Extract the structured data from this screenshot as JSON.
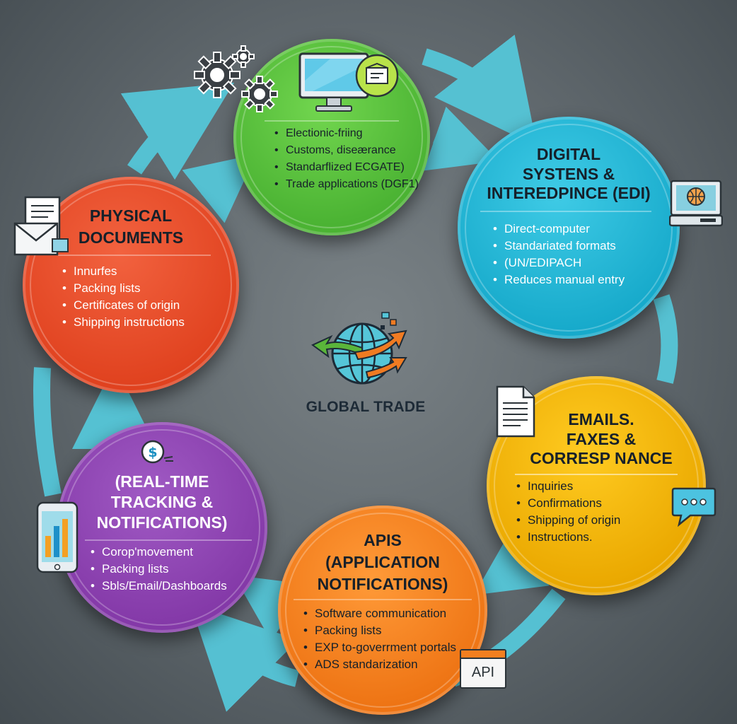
{
  "center": {
    "label": "GLOBAL TRADE"
  },
  "colors": {
    "arrow": "#55c6d8",
    "green": "#55c23c",
    "cyan": "#1bb5d3",
    "yellow": "#f2b705",
    "orange": "#f37f1f",
    "purple": "#8c43b0",
    "red": "#ec4b2c"
  },
  "nodes": [
    {
      "id": "electronic",
      "title": "",
      "items": [
        "Electionic-friing",
        "Customs, diseærance",
        "Standarflized ECGATE)",
        "Trade applications (DGF1)"
      ],
      "icons": [
        "gears-icon",
        "computer-monitor-icon",
        "document-badge-icon"
      ]
    },
    {
      "id": "digital",
      "title": "DIGITAL\nSYSTENS &\nINTEREDPINCE (EDI)",
      "items": [
        "Direct-computer",
        "Standariated formats",
        "(UN/EDIPACH",
        "Reduces manual entry"
      ],
      "icons": [
        "laptop-globe-icon"
      ]
    },
    {
      "id": "emails",
      "title": "EMAILS.\nFAXES &\nCORRESP NANCE",
      "items": [
        "Inquiries",
        "Confirmations",
        "Shipping of origin",
        "Instructions."
      ],
      "icons": [
        "document-icon",
        "chat-bubble-icon"
      ]
    },
    {
      "id": "apis",
      "title": "APIS\n(APPLICATION\nNOTIFICATIONS)",
      "items": [
        "Software communication",
        "Packing lists",
        "EXP to-goverrment portals",
        "ADS standarization"
      ],
      "icons": [
        "api-window-icon"
      ],
      "api_badge": "API"
    },
    {
      "id": "tracking",
      "title": "(REAL-TIME\nTRACKING &\nNOTIFICATIONS)",
      "items": [
        "Corop'movement",
        "Packing lists",
        "Sbls/Email/Dashboards"
      ],
      "icons": [
        "dollar-coin-icon",
        "smartphone-chart-icon"
      ]
    },
    {
      "id": "physical",
      "title": "PHYSICAL\nDOCUMENTS",
      "items": [
        "Innurfes",
        "Packing lists",
        "Certificates of origin",
        "Shipping instructions"
      ],
      "icons": [
        "envelope-document-icon"
      ]
    }
  ]
}
